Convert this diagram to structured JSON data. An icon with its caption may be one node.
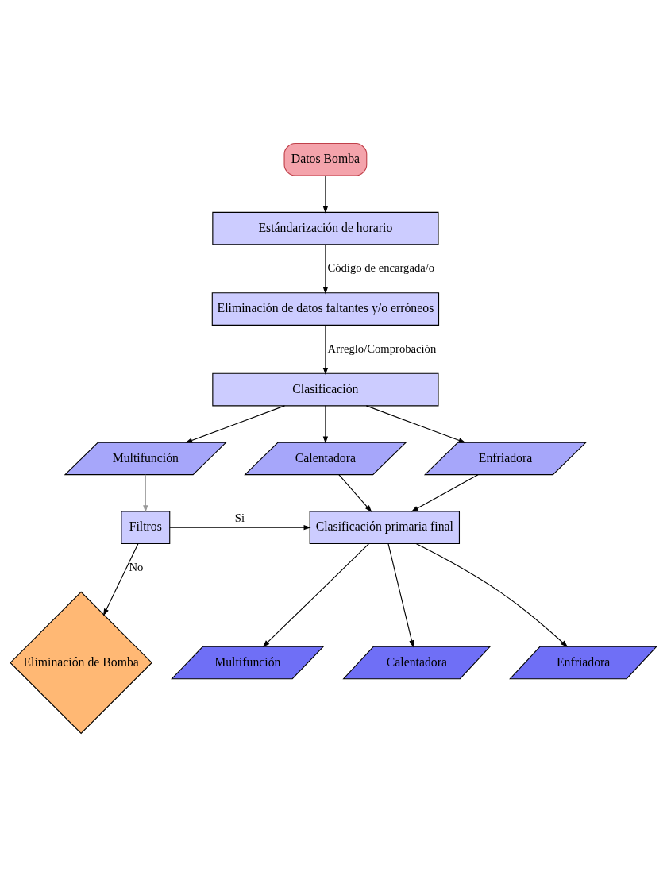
{
  "diagram": {
    "nodes": [
      {
        "text": [
          "Datos Bomba"
        ]
      },
      {
        "text": [
          "Estándarización de horario"
        ]
      },
      {
        "text": [
          "Eliminación de datos faltantes y/o erróneos"
        ]
      },
      {
        "text": [
          "Clasificación"
        ]
      },
      {
        "text": [
          "Multifunción"
        ]
      },
      {
        "text": [
          "Calentadora"
        ]
      },
      {
        "text": [
          "Enfriadora"
        ]
      },
      {
        "text": [
          "Filtros"
        ]
      },
      {
        "text": [
          "Clasificación primaria final"
        ]
      },
      {
        "text": [
          "Eliminación de Bomba"
        ]
      },
      {
        "text": [
          "Multifunción"
        ]
      },
      {
        "text": [
          "Calentadora"
        ]
      },
      {
        "text": [
          "Enfriadora"
        ]
      }
    ],
    "edges": [
      {
        "from": 0,
        "to": 1,
        "arrow": "to"
      },
      {
        "from": 1,
        "to": 2,
        "arrow": "to",
        "label": "Código de encargada/o"
      },
      {
        "from": 2,
        "to": 3,
        "arrow": "to",
        "label": "Arreglo/Comprobación"
      },
      {
        "from": 3,
        "to": 4,
        "arrow": "to"
      },
      {
        "from": 3,
        "to": 5,
        "arrow": "to"
      },
      {
        "from": 3,
        "to": 6,
        "arrow": "to"
      },
      {
        "from": 4,
        "to": 7,
        "arrow": "to",
        "color": "#999999"
      },
      {
        "from": 5,
        "to": 8,
        "arrow": "to"
      },
      {
        "from": 6,
        "to": 8,
        "arrow": "to"
      },
      {
        "from": 7,
        "to": 8,
        "arrow": "to",
        "label": "Si"
      },
      {
        "from": 7,
        "to": 9,
        "arrow": "to",
        "label": "No"
      },
      {
        "from": 8,
        "to": 10,
        "arrow": "to"
      },
      {
        "from": 8,
        "to": 11,
        "arrow": "to"
      },
      {
        "from": 8,
        "to": 12,
        "arrow": "to"
      }
    ]
  }
}
